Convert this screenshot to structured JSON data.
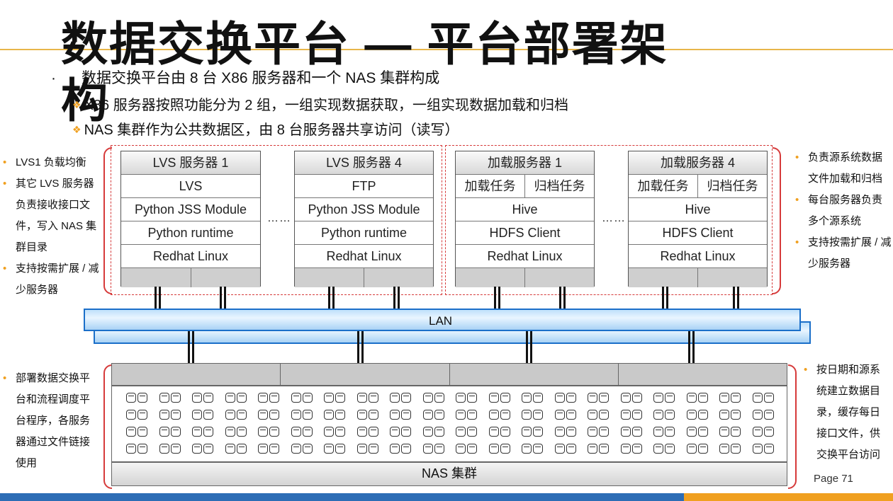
{
  "title": "数据交换平台 — 平台部署架构",
  "bullets": {
    "main": "数据交换平台由 8 台 X86 服务器和一个 NAS 集群构成",
    "sub": [
      "X86  服务器按照功能分为 2 组，一组实现数据获取，一组实现数据加载和归档",
      "NAS 集群作为公共数据区，由 8 台服务器共享访问（读写）"
    ]
  },
  "left_notes_top": [
    "LVS1 负载均衡",
    "其它 LVS 服务器负责接收接口文件，写入 NAS 集群目录",
    "支持按需扩展 / 减少服务器"
  ],
  "left_notes_bottom": [
    "部署数据交换平台和流程调度平台程序，各服务器通过文件链接使用"
  ],
  "right_notes_top": [
    "负责源系统数据文件加载和归档",
    "每台服务器负责多个源系统",
    "支持按需扩展 / 减少服务器"
  ],
  "right_notes_bottom": [
    "按日期和源系统建立数据目录，缓存每日接口文件，供交换平台访问"
  ],
  "servers": [
    {
      "header": "LVS 服务器 1",
      "layers": [
        "LVS",
        "Python JSS Module",
        "Python runtime",
        "Redhat Linux"
      ]
    },
    {
      "header": "LVS 服务器 4",
      "layers": [
        "FTP",
        "Python JSS Module",
        "Python runtime",
        "Redhat Linux"
      ]
    },
    {
      "header": "加载服务器 1",
      "tasks": [
        "加载任务",
        "归档任务"
      ],
      "layers": [
        "Hive",
        "HDFS Client",
        "Redhat Linux"
      ]
    },
    {
      "header": "加载服务器 4",
      "tasks": [
        "加载任务",
        "归档任务"
      ],
      "layers": [
        "Hive",
        "HDFS Client",
        "Redhat Linux"
      ]
    }
  ],
  "ellipsis": "……",
  "lan_label": "LAN",
  "nas_label": "NAS  集群",
  "page": "Page 71",
  "colors": {
    "accent": "#f0a020",
    "brace": "#d63a3a",
    "lan": "#1b6fc9",
    "bar": "#2d6db5"
  }
}
